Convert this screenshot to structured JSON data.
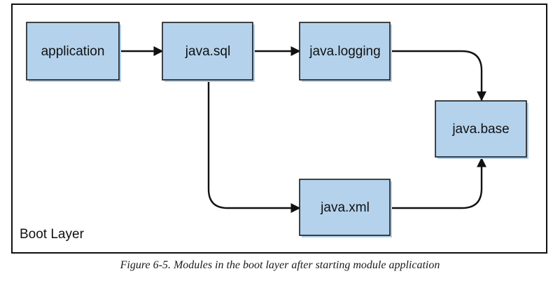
{
  "layer": {
    "label": "Boot Layer"
  },
  "nodes": {
    "application": {
      "label": "application"
    },
    "java_sql": {
      "label": "java.sql"
    },
    "java_logging": {
      "label": "java.logging"
    },
    "java_base": {
      "label": "java.base"
    },
    "java_xml": {
      "label": "java.xml"
    }
  },
  "edges": [
    {
      "from": "application",
      "to": "java.sql"
    },
    {
      "from": "java.sql",
      "to": "java.logging"
    },
    {
      "from": "java.logging",
      "to": "java.base"
    },
    {
      "from": "java.sql",
      "to": "java.xml"
    },
    {
      "from": "java.xml",
      "to": "java.base"
    }
  ],
  "caption": "Figure 6-5. Modules in the boot layer after starting module application"
}
